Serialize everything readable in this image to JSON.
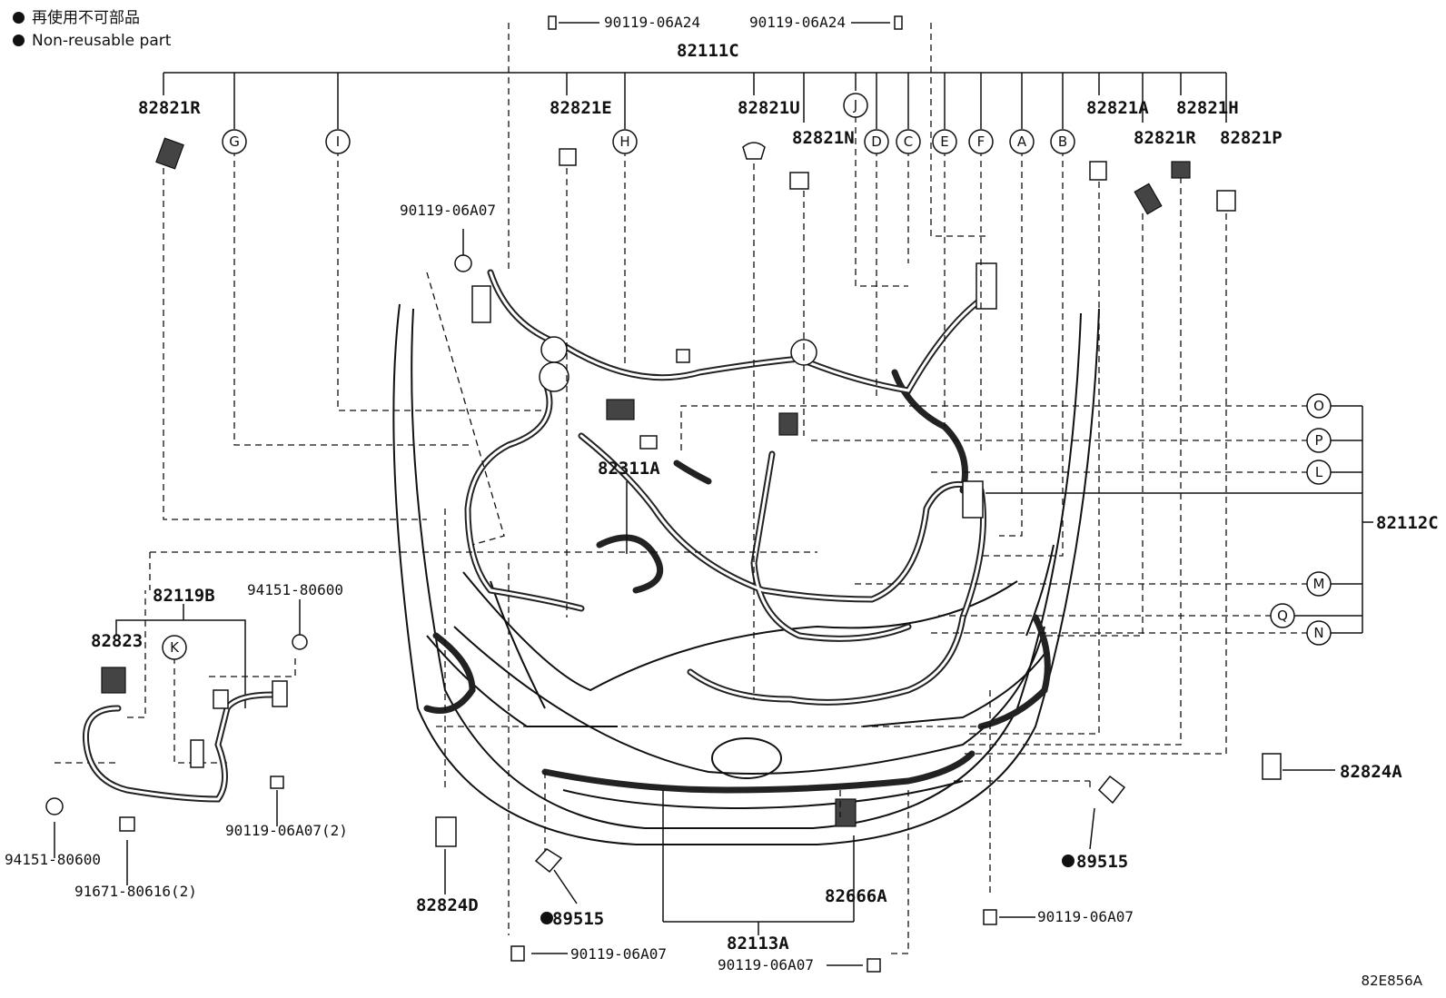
{
  "legend": {
    "items": [
      {
        "label_ja": "再使用不可部品"
      },
      {
        "label_en": "Non-reusable part"
      }
    ]
  },
  "parts": {
    "p82111C": "82111C",
    "p82112C": "82112C",
    "p82113A": "82113A",
    "p82119B": "82119B",
    "p82311A": "82311A",
    "p82821R_left": "82821R",
    "p82821R_right": "82821R",
    "p82821E": "82821E",
    "p82821U": "82821U",
    "p82821N": "82821N",
    "p82821A": "82821A",
    "p82821H": "82821H",
    "p82821P": "82821P",
    "p82823": "82823",
    "p82824A": "82824A",
    "p82824D": "82824D",
    "p82666A": "82666A",
    "p89515_left": "89515",
    "p89515_right": "89515",
    "b_top_left": "90119-06A24",
    "b_top_right": "90119-06A24",
    "b_mid_left": "90119-06A07",
    "b_k_right": "90119-06A07(2)",
    "b_bottom_left": "90119-06A07",
    "b_bottom_mid": "90119-06A07",
    "b_bottom_right": "90119-06A07",
    "n94151_top": "94151-80600",
    "n94151_bottom": "94151-80600",
    "n91671": "91671-80616(2)"
  },
  "callouts": {
    "G": "G",
    "I": "I",
    "H": "H",
    "J": "J",
    "D": "D",
    "C": "C",
    "E": "E",
    "F": "F",
    "A": "A",
    "B": "B",
    "K": "K",
    "O": "O",
    "P": "P",
    "L": "L",
    "M": "M",
    "Q": "Q",
    "N": "N"
  },
  "diagram_code": "82E856A"
}
